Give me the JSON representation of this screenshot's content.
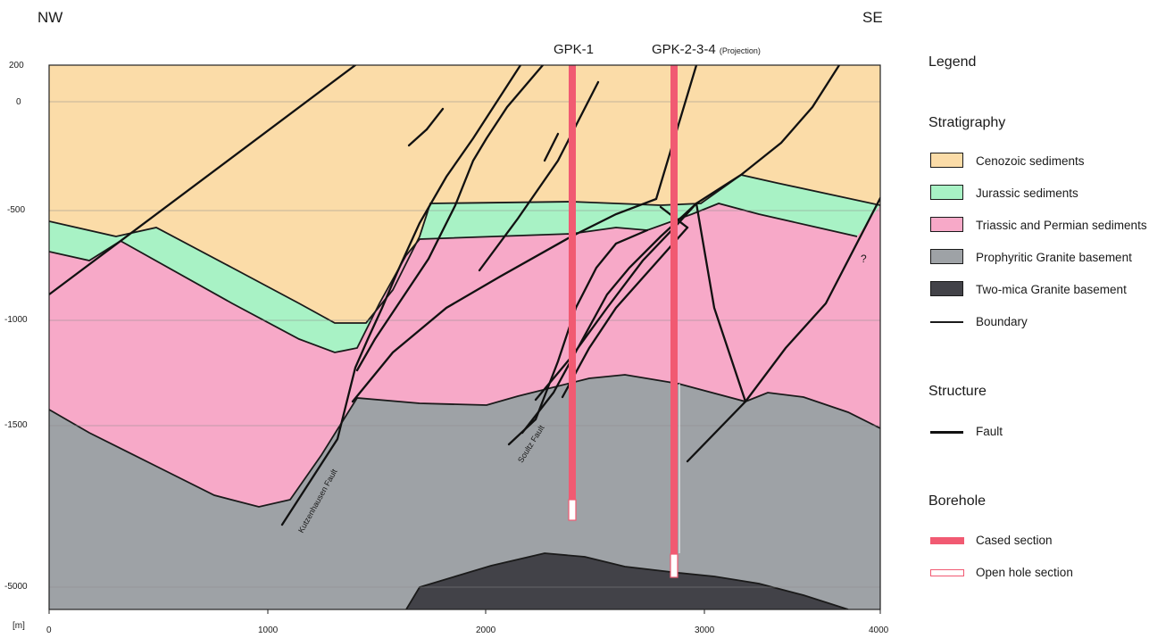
{
  "directions": {
    "left": "NW",
    "right": "SE"
  },
  "depth_axis": {
    "unit_label": "[m]",
    "ticks": [
      "200",
      "0",
      "-500",
      "-1000",
      "-1500",
      "-5000"
    ]
  },
  "distance_axis": {
    "ticks": [
      "0",
      "1000",
      "2000",
      "3000",
      "4000"
    ]
  },
  "boreholes": {
    "gpk1": {
      "label": "GPK-1"
    },
    "gpk234": {
      "label": "GPK-2-3-4",
      "note": "(Projection)"
    }
  },
  "faults": {
    "kutzenhausen": "Kutzenhausen Fault",
    "soultz": "Soultz Fault"
  },
  "unknown_marker": "?",
  "legend": {
    "title": "Legend",
    "stratigraphy": {
      "heading": "Stratigraphy",
      "items": [
        {
          "label": "Cenozoic sediments",
          "color": "#fbdca8"
        },
        {
          "label": "Jurassic sediments",
          "color": "#a8f2c5"
        },
        {
          "label": "Triassic and Permian sediments",
          "color": "#f7a9c8"
        },
        {
          "label": "Prophyritic Granite basement",
          "color": "#9ea2a6"
        },
        {
          "label": "Two-mica Granite basement",
          "color": "#424248"
        }
      ],
      "boundary_label": "Boundary"
    },
    "structure": {
      "heading": "Structure",
      "fault_label": "Fault"
    },
    "borehole": {
      "heading": "Borehole",
      "cased_label": "Cased section",
      "open_label": "Open hole section",
      "cased_color": "#f15a72"
    }
  }
}
